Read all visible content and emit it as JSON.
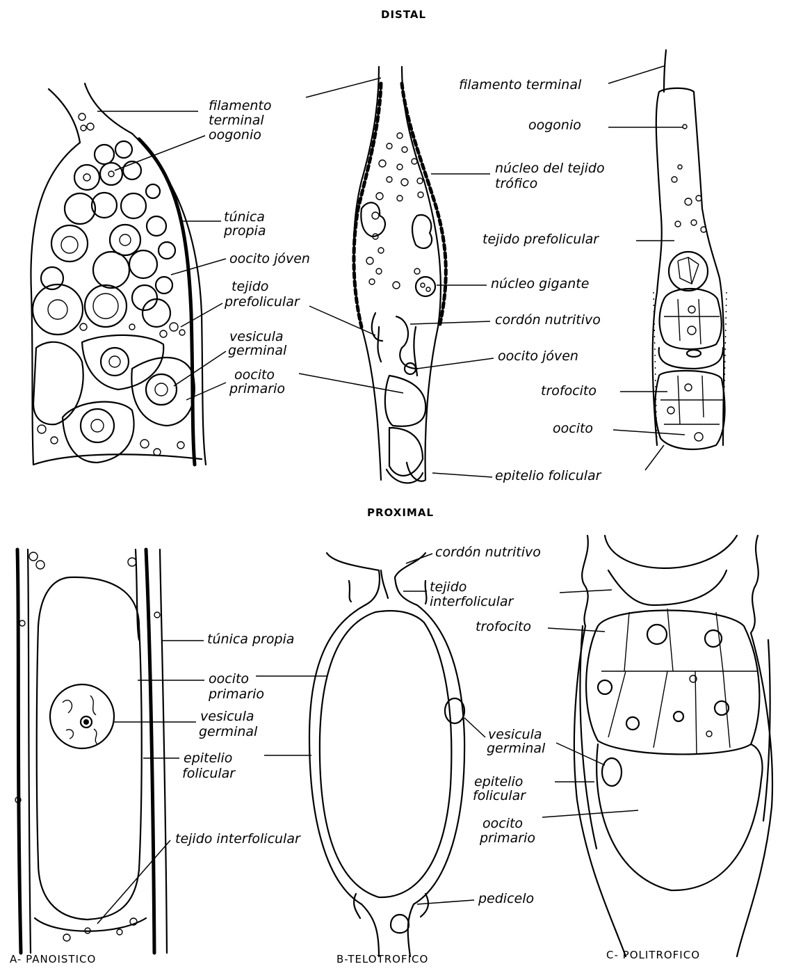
{
  "orientation": {
    "distal": "DISTAL",
    "proximal": "PROXIMAL"
  },
  "top_labels": {
    "a_filamento": "filamento",
    "a_terminal": "terminal",
    "a_oogonio": "oogonio",
    "a_tunica": "túnica",
    "a_propia": "propia",
    "a_ovocito_joven": "oocito jóven",
    "a_tejido": "tejido",
    "a_prefolicular": "prefolicular",
    "a_vesicula": "vesicula",
    "a_germinal": "germinal",
    "a_oocito": "oocito",
    "a_primario": "primario",
    "b_nucleo_tejido": "núcleo del tejido",
    "b_trofico": "trófico",
    "b_nucleo_gigante": "núcleo gigante",
    "b_cordon": "cordón nutritivo",
    "b_oocito_joven": "oocito jóven",
    "c_filamento_terminal": "filamento terminal",
    "c_oogonio": "oogonio",
    "c_tejido_prefolicular": "tejido prefolicular",
    "c_trofocito": "trofocito",
    "c_oocito": "oocito",
    "c_epitelio": "epitelio folicular"
  },
  "bottom_labels": {
    "a_tunica_propia": "túnica propia",
    "a_oocito": "oocito",
    "a_primario": "primario",
    "a_vesicula": "vesicula",
    "a_germinal": "germinal",
    "a_epitelio": "epitelio",
    "a_folicular": "folicular",
    "a_tejido_interfolicular": "tejido interfolicular",
    "b_cordon": "cordón nutritivo",
    "b_tejido": "tejido",
    "b_interfolicular": "interfolicular",
    "b_trofocito": "trofocito",
    "b_vesicula": "vesicula",
    "b_germinal": "germinal",
    "b_epitelio": "epitelio",
    "b_folicular": "folicular",
    "b_oocito": "oocito",
    "b_primario": "primario",
    "b_pedicelo": "pedicelo"
  },
  "captions": {
    "a": "A-  PANOISTICO",
    "b": "B-TELOTROFICO",
    "c": "C- POLITROFICO"
  }
}
